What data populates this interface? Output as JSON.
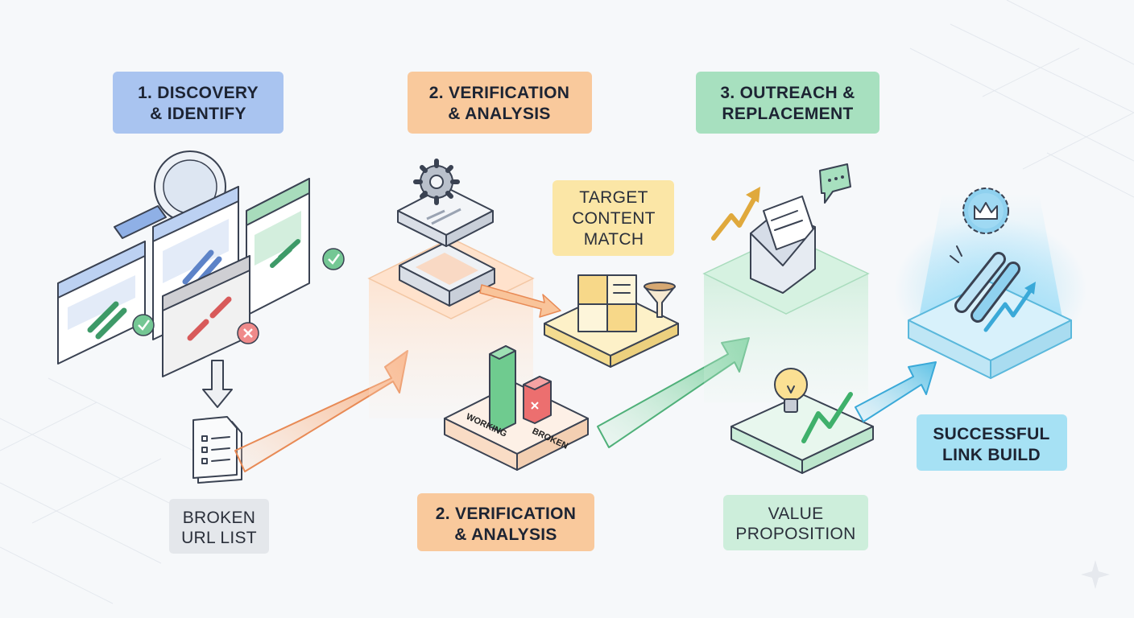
{
  "stages": {
    "discovery": [
      "1. DISCOVERY",
      "& IDENTIFY"
    ],
    "verification_top": [
      "2. VERIFICATION",
      "& ANALYSIS"
    ],
    "outreach": [
      "3. OUTREACH &",
      "REPLACEMENT"
    ],
    "verification_bottom": [
      "2. VERIFICATION",
      "& ANALYSIS"
    ]
  },
  "notes": {
    "broken_url_list": [
      "BROKEN",
      "URL LIST"
    ],
    "target_content_match": [
      "TARGET",
      "CONTENT",
      "MATCH"
    ],
    "value_proposition": [
      "VALUE",
      "PROPOSITION"
    ],
    "successful_link_build": [
      "SUCCESSFUL",
      "LINK BUILD"
    ]
  },
  "bar_labels": {
    "working": "WORKING",
    "broken": "BROKEN"
  },
  "colors": {
    "discovery": "#a9c4f0",
    "verification": "#f9c99c",
    "outreach": "#a7e0bf",
    "note_gray": "#e4e7eb",
    "note_yellow": "#fbe6a6",
    "note_green": "#cdeedb",
    "success": "#a6e1f4"
  }
}
